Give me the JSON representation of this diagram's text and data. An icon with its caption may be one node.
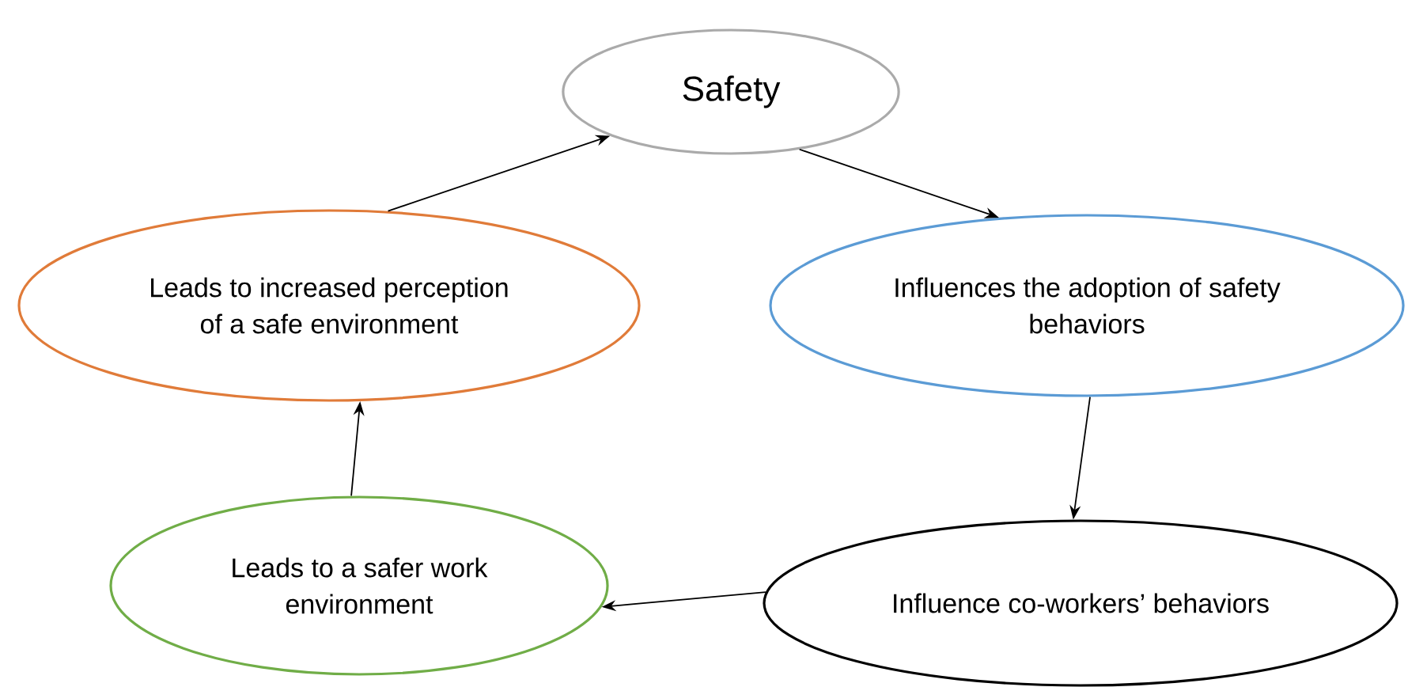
{
  "diagram": {
    "nodes": [
      {
        "text": [
          "Safety"
        ]
      },
      {
        "text": [
          "Leads to increased perception of a safe environment"
        ]
      },
      {
        "text": [
          "Influences the adoption of safety behaviors"
        ]
      },
      {
        "text": [
          "Influence co-workers’ behaviors"
        ]
      },
      {
        "text": [
          "Leads to a safer work environment"
        ]
      }
    ],
    "edges": [
      {
        "from": 0,
        "to": 2,
        "arrow": "to"
      },
      {
        "from": 2,
        "to": 3,
        "arrow": "to"
      },
      {
        "from": 3,
        "to": 4,
        "arrow": "to"
      },
      {
        "from": 4,
        "to": 1,
        "arrow": "to"
      },
      {
        "from": 1,
        "to": 0,
        "arrow": "to"
      }
    ]
  }
}
